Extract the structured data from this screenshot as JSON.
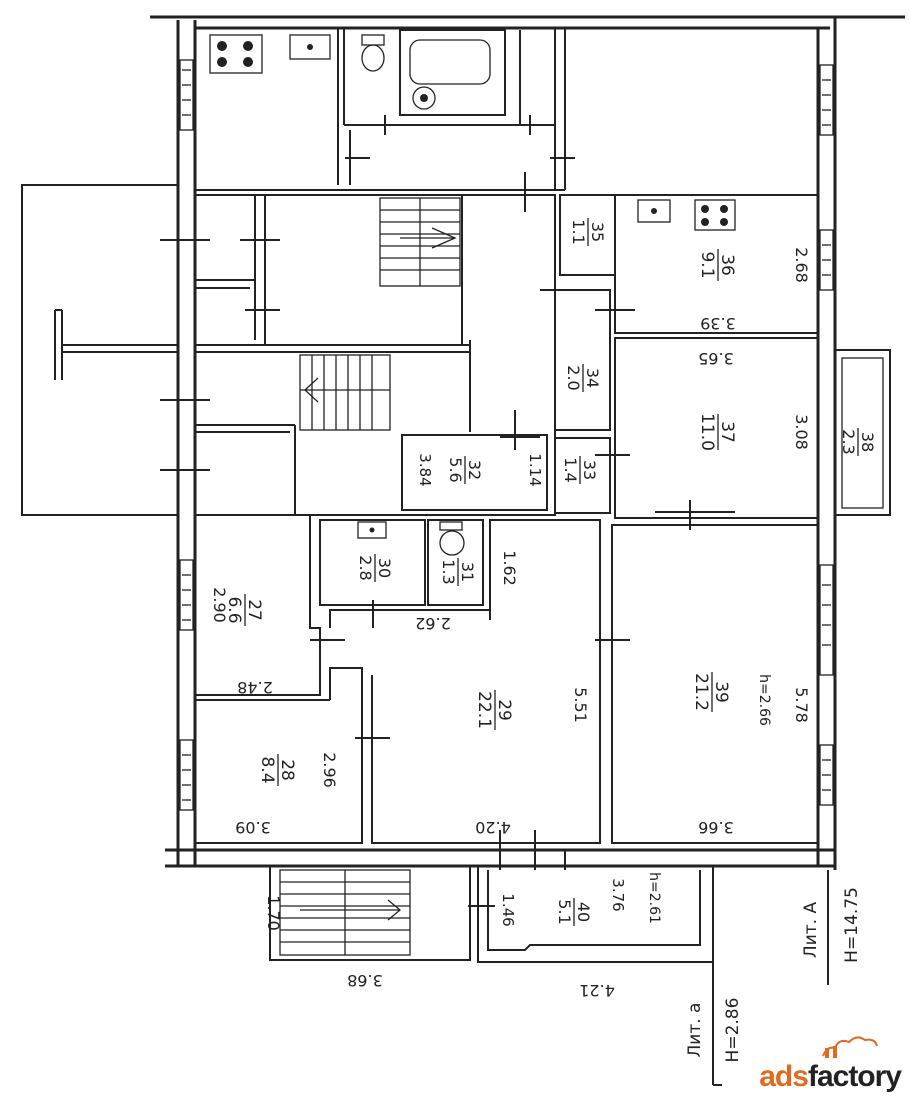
{
  "rooms": [
    {
      "num": "27",
      "area": "6.6"
    },
    {
      "num": "28",
      "area": "8.4"
    },
    {
      "num": "29",
      "area": "22.1"
    },
    {
      "num": "30",
      "area": "2.8"
    },
    {
      "num": "31",
      "area": "1.3"
    },
    {
      "num": "32",
      "area": "5.6"
    },
    {
      "num": "33",
      "area": "1.4"
    },
    {
      "num": "34",
      "area": "2.0"
    },
    {
      "num": "35",
      "area": "1.1"
    },
    {
      "num": "36",
      "area": "9.1"
    },
    {
      "num": "37",
      "area": "11.0"
    },
    {
      "num": "38",
      "area": "2.3"
    },
    {
      "num": "39",
      "area": "21.2"
    },
    {
      "num": "40",
      "area": "5.1"
    }
  ],
  "dims": {
    "r27_a": "2.90",
    "r27_b": "2.48",
    "r28_a": "2.96",
    "r28_b": "3.09",
    "r29_a": "4.20",
    "r29_b": "5.51",
    "r29_c": "2.62",
    "r29_d": "1.62",
    "r32_a": "3.84",
    "r32_b": "1.14",
    "r36_a": "3.39",
    "r36_b": "2.68",
    "r37_a": "3.65",
    "r37_b": "3.08",
    "r39_a": "5.78",
    "r39_b": "3.66",
    "r40_a": "1.46",
    "r40_b": "3.76",
    "stair_a": "1.70",
    "stair_b": "3.68",
    "bottom_a": "4.21"
  },
  "heights": {
    "r39": "h=2.66",
    "r40": "h=2.61"
  },
  "liter_a_big": {
    "label": "Лит. А",
    "height": "H=14.75"
  },
  "liter_a_small": {
    "label": "Лит. а",
    "height": "H=2.86"
  },
  "watermark": {
    "part1": "ads",
    "part2": "factory"
  },
  "icons": [
    "stove-icon",
    "sink-icon",
    "toilet-icon",
    "bathtub-icon",
    "window-icon",
    "stair-arrow-icon"
  ]
}
